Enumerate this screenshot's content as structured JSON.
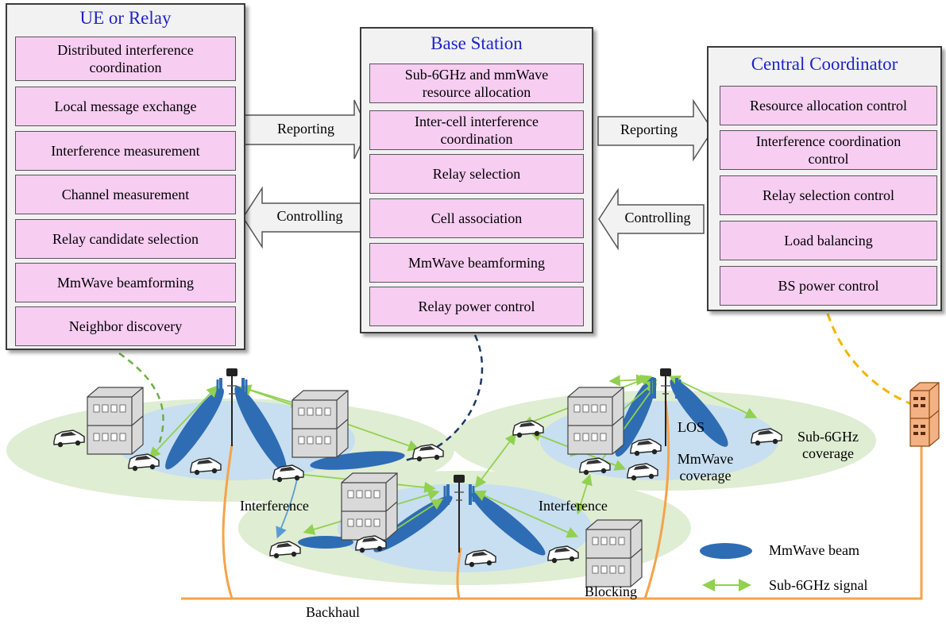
{
  "ue_panel": {
    "title": "UE or Relay",
    "items": [
      "Distributed  interference coordination",
      "Local message exchange",
      "Interference measurement",
      "Channel measurement",
      "Relay candidate selection",
      "MmWave beamforming",
      "Neighbor discovery"
    ]
  },
  "bs_panel": {
    "title": "Base Station",
    "items": [
      "Sub-6GHz and mmWave resource allocation",
      "Inter-cell interference coordination",
      "Relay selection",
      "Cell association",
      "MmWave beamforming",
      "Relay power control"
    ]
  },
  "cc_panel": {
    "title": "Central Coordinator",
    "items": [
      "Resource allocation control",
      "Interference coordination control",
      "Relay selection control",
      "Load balancing",
      "BS power control"
    ]
  },
  "arrows": {
    "reporting_left": "Reporting",
    "controlling_left": "Controlling",
    "reporting_right": "Reporting",
    "controlling_right": "Controlling"
  },
  "scene": {
    "interference_left": "Interference",
    "interference_right": "Interference",
    "los": "LOS",
    "mmwave_coverage": "MmWave coverage",
    "sub6_coverage": "Sub-6GHz coverage",
    "blocking": "Blocking",
    "backhaul": "Backhaul"
  },
  "legend": {
    "mmwave_beam": "MmWave beam",
    "sub6_signal": "Sub-6GHz signal"
  },
  "colors": {
    "panel_title": "#1f24c8",
    "function_box": "#f7cdf2",
    "sub6_area": "#dfedd3",
    "mmwave_area": "#c7dff0",
    "beam": "#2e6db4",
    "sub6_arrow": "#92d050",
    "backhaul": "#f5a34a"
  }
}
